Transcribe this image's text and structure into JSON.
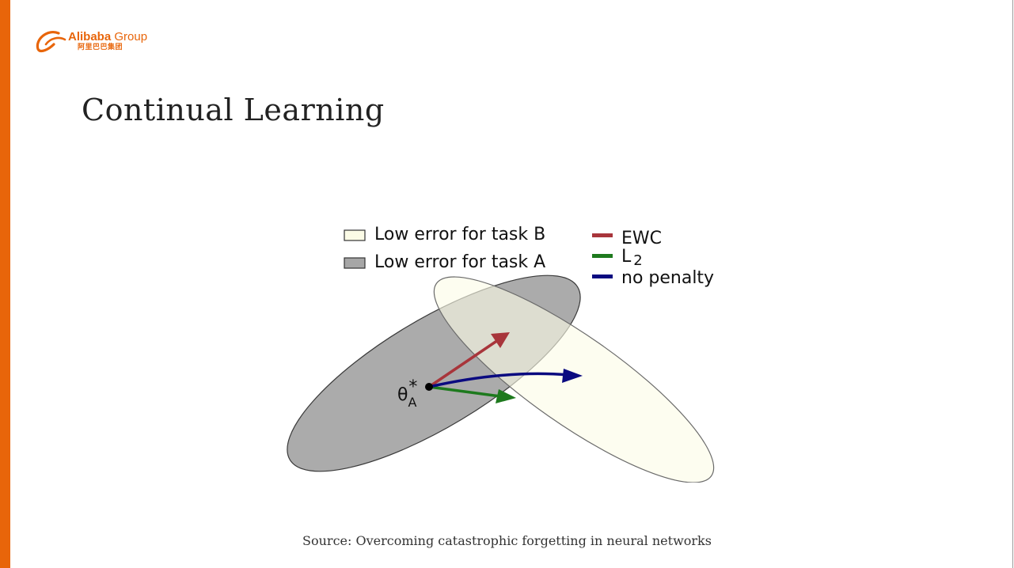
{
  "slide": {
    "accent_color": "#e8650a",
    "title": "Continual Learning",
    "source": "Source: Overcoming catastrophic forgetting in neural networks"
  },
  "logo": {
    "brand": "Alibaba",
    "suffix": "Group",
    "chinese": "阿里巴巴集团",
    "color": "#e8650a"
  },
  "figure": {
    "legend_regions": [
      {
        "label": "Low error for task B",
        "color": "#fbfbe6"
      },
      {
        "label": "Low error for task A",
        "color": "#a6a6a6"
      }
    ],
    "legend_methods": [
      {
        "label": "EWC",
        "color": "#a8353b"
      },
      {
        "label": "L",
        "subscript": "2",
        "color": "#1e7a1e"
      },
      {
        "label": "no penalty",
        "color": "#0a0a80"
      }
    ],
    "point_label": "θ",
    "point_subscript": "A",
    "point_superscript": "*"
  }
}
